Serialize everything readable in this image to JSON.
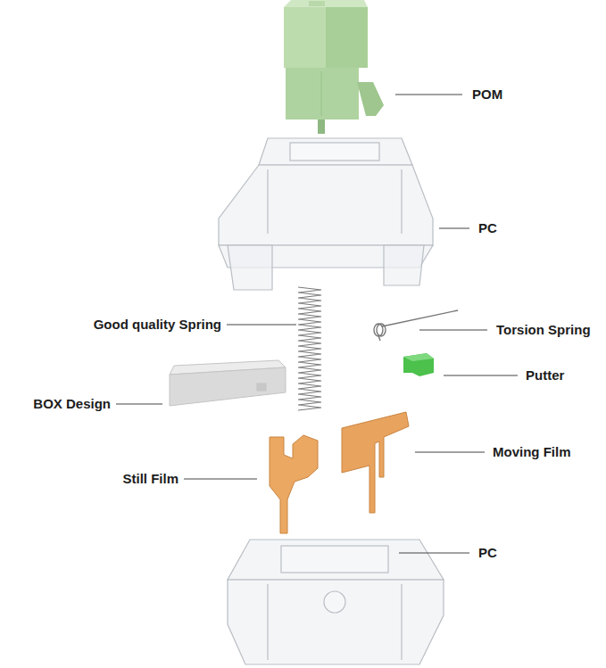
{
  "diagram": {
    "labels": [
      "POM",
      "PC",
      "Good quality Spring",
      "Torsion Spring",
      "Putter",
      "BOX Design",
      "Moving Film",
      "Still Film",
      "PC"
    ]
  }
}
